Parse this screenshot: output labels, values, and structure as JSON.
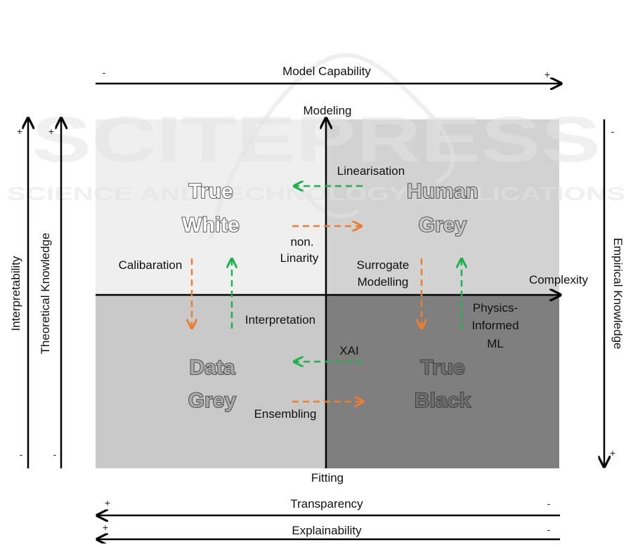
{
  "watermark": {
    "main": "SCITEPRESS",
    "sub": "SCIENCE AND TECHNOLOGY PUBLICATIONS"
  },
  "axes": {
    "model_capability": {
      "label": "Model Capability",
      "minus": "-",
      "plus": "+"
    },
    "interpretability": {
      "label": "Interpretability",
      "plus": "+",
      "minus": "-"
    },
    "theoretical_knowledge": {
      "label": "Theoretical Knowledge",
      "plus": "+",
      "minus": "-"
    },
    "empirical_knowledge": {
      "label": "Empirical Knowledge",
      "minus": "-",
      "plus": "+"
    },
    "modeling": "Modeling",
    "fitting": "Fitting",
    "complexity": "Complexity",
    "transparency": {
      "label": "Transparency",
      "plus": "+",
      "minus": "-"
    },
    "explainability": {
      "label": "Explainability",
      "plus": "+",
      "minus": "-"
    }
  },
  "quadrants": {
    "true_white": {
      "line1": "True",
      "line2": "White",
      "color": "#efefef"
    },
    "human_grey": {
      "line1": "Human",
      "line2": "Grey",
      "color": "#d2d2d2"
    },
    "data_grey": {
      "line1": "Data",
      "line2": "Grey",
      "color": "#c9c9c9"
    },
    "true_black": {
      "line1": "True",
      "line2": "Black",
      "color": "#7f7f7f"
    }
  },
  "transitions": {
    "linearisation": "Linearisation",
    "non_linarity_1": "non.",
    "non_linarity_2": "Linarity",
    "calibaration": "Calibaration",
    "interpretation": "Interpretation",
    "surrogate_1": "Surrogate",
    "surrogate_2": "Modelling",
    "physics_1": "Physics-",
    "physics_2": "Informed",
    "physics_3": "ML",
    "xai": "XAI",
    "ensembling": "Ensembling"
  },
  "colors": {
    "orange_arrow": "#ed7d31",
    "green_arrow": "#1fb24a"
  }
}
